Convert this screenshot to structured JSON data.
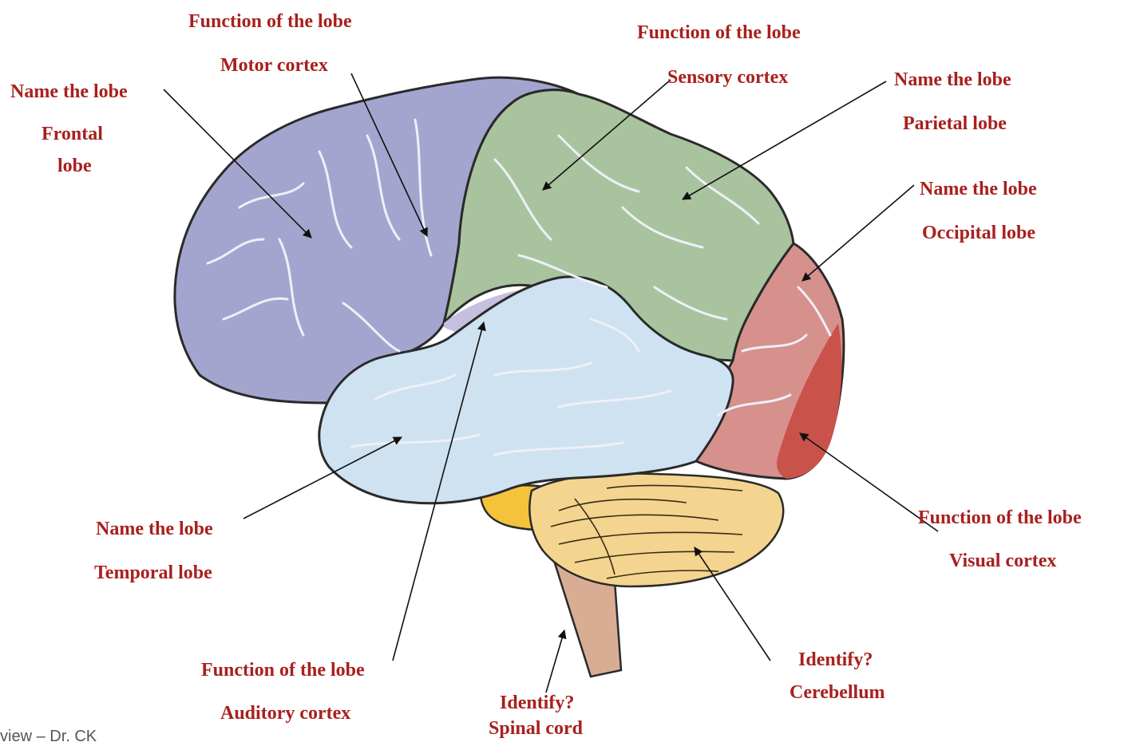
{
  "labels": {
    "frontal": {
      "prompt": "Name the lobe",
      "answer_line1": "Frontal",
      "answer_line2": "lobe"
    },
    "motor": {
      "prompt": "Function of the lobe",
      "answer": "Motor cortex"
    },
    "sensory": {
      "prompt": "Function of the lobe",
      "answer": "Sensory cortex"
    },
    "parietal": {
      "prompt": "Name the lobe",
      "answer": "Parietal lobe"
    },
    "occipital": {
      "prompt": "Name the lobe",
      "answer": "Occipital lobe"
    },
    "visual": {
      "prompt": "Function of the lobe",
      "answer": "Visual cortex"
    },
    "temporal": {
      "prompt": "Name the lobe",
      "answer": "Temporal lobe"
    },
    "auditory": {
      "prompt": "Function of the lobe",
      "answer": "Auditory cortex"
    },
    "spinal": {
      "prompt": "Identify?",
      "answer": "Spinal cord"
    },
    "cerebellum": {
      "prompt": "Identify?",
      "answer": "Cerebellum"
    }
  },
  "footer": "view – Dr. CK",
  "colors": {
    "label_text": "#a8201e",
    "frontal": "#a4a5cf",
    "parietal": "#a9c39f",
    "temporal": "#cfe2f1",
    "occipital": "#d6918d",
    "visual": "#c9524a",
    "cerebellum": "#f3d58f",
    "pons": "#f5c23c",
    "spinal_cord": "#d9ad94",
    "insula": "#c7bfe0"
  }
}
